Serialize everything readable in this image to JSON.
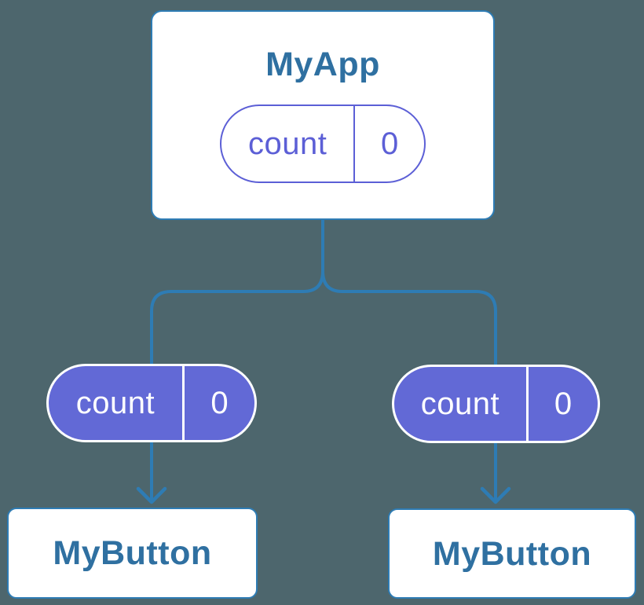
{
  "colors": {
    "background": "#4d666d",
    "connector_blue": "#2e7cb4",
    "node_border_blue": "#2e7cb4",
    "node_title_blue": "#2f70a1",
    "state_pill_purple_outline": "#5c5fd6",
    "prop_pill_purple_fill": "#6269d6",
    "pill_white": "#ffffff"
  },
  "diagram": {
    "root_node": {
      "title": "MyApp",
      "state_pill": {
        "name": "count",
        "value": "0"
      }
    },
    "children": [
      {
        "prop_pill": {
          "name": "count",
          "value": "0"
        },
        "title": "MyButton"
      },
      {
        "prop_pill": {
          "name": "count",
          "value": "0"
        },
        "title": "MyButton"
      }
    ]
  }
}
